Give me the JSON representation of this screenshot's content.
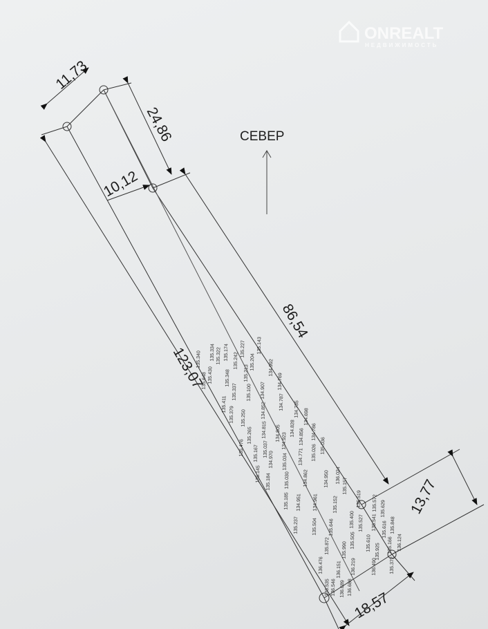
{
  "watermark": {
    "brand": "ONREALT",
    "tagline": "НЕДВИЖИМОСТЬ"
  },
  "north_label": "СЕВЕР",
  "dimensions": {
    "left_side": "123,07",
    "right_side": "86,54",
    "top_short": "11,73",
    "top_offset": "24,86",
    "step": "10,12",
    "right_end": "13,77",
    "bottom": "18,57"
  },
  "elevations": [
    {
      "v": "135.340",
      "p": [
        291,
        533
      ]
    },
    {
      "v": "135.648",
      "p": [
        297,
        551
      ]
    },
    {
      "v": "135.430",
      "p": [
        306,
        543
      ]
    },
    {
      "v": "135.334",
      "p": [
        309,
        510
      ]
    },
    {
      "v": "135.322",
      "p": [
        316,
        512
      ]
    },
    {
      "v": "135.174",
      "p": [
        329,
        510
      ]
    },
    {
      "v": "135.227",
      "p": [
        353,
        505
      ]
    },
    {
      "v": "135.242",
      "p": [
        343,
        522
      ]
    },
    {
      "v": "135.143",
      "p": [
        375,
        506
      ]
    },
    {
      "v": "135.204",
      "p": [
        368,
        521
      ]
    },
    {
      "v": "135.348",
      "p": [
        331,
        547
      ]
    },
    {
      "v": "135.213",
      "p": [
        360,
        545
      ]
    },
    {
      "v": "134.992",
      "p": [
        394,
        532
      ]
    },
    {
      "v": "135.411",
      "p": [
        326,
        585
      ]
    },
    {
      "v": "135.337",
      "p": [
        341,
        567
      ]
    },
    {
      "v": "135.100",
      "p": [
        362,
        566
      ]
    },
    {
      "v": "134.907",
      "p": [
        382,
        565
      ]
    },
    {
      "v": "134.769",
      "p": [
        407,
        552
      ]
    },
    {
      "v": "135.379",
      "p": [
        337,
        600
      ]
    },
    {
      "v": "135.250",
      "p": [
        354,
        605
      ]
    },
    {
      "v": "134.852",
      "p": [
        384,
        598
      ]
    },
    {
      "v": "134.787",
      "p": [
        409,
        582
      ]
    },
    {
      "v": "135.476",
      "p": [
        351,
        648
      ]
    },
    {
      "v": "135.265",
      "p": [
        363,
        630
      ]
    },
    {
      "v": "134.815",
      "p": [
        384,
        622
      ]
    },
    {
      "v": "134.805",
      "p": [
        404,
        627
      ]
    },
    {
      "v": "134.735",
      "p": [
        430,
        597
      ]
    },
    {
      "v": "134.828",
      "p": [
        425,
        620
      ]
    },
    {
      "v": "135.037",
      "p": [
        386,
        650
      ]
    },
    {
      "v": "134.923",
      "p": [
        413,
        640
      ]
    },
    {
      "v": "134.698",
      "p": [
        443,
        610
      ]
    },
    {
      "v": "134.856",
      "p": [
        438,
        636
      ]
    },
    {
      "v": "135.167",
      "p": [
        372,
        656
      ]
    },
    {
      "v": "135.145",
      "p": [
        374,
        680
      ]
    },
    {
      "v": "134.970",
      "p": [
        394,
        665
      ]
    },
    {
      "v": "135.034",
      "p": [
        414,
        665
      ]
    },
    {
      "v": "134.771",
      "p": [
        438,
        680
      ]
    },
    {
      "v": "135.026",
      "p": [
        456,
        655
      ]
    },
    {
      "v": "134.786",
      "p": [
        456,
        625
      ]
    },
    {
      "v": "135.036",
      "p": [
        469,
        645
      ]
    },
    {
      "v": "135.184",
      "p": [
        390,
        697
      ]
    },
    {
      "v": "135.030",
      "p": [
        417,
        695
      ]
    },
    {
      "v": "134.862",
      "p": [
        443,
        690
      ]
    },
    {
      "v": "134.950",
      "p": [
        474,
        693
      ]
    },
    {
      "v": "136.024",
      "p": [
        491,
        688
      ]
    },
    {
      "v": "135.157",
      "p": [
        501,
        703
      ]
    },
    {
      "v": "135.185",
      "p": [
        416,
        725
      ]
    },
    {
      "v": "134.951",
      "p": [
        434,
        727
      ]
    },
    {
      "v": "134.961",
      "p": [
        458,
        727
      ]
    },
    {
      "v": "135.152",
      "p": [
        487,
        730
      ]
    },
    {
      "v": "135.519",
      "p": [
        519,
        727
      ]
    },
    {
      "v": "135.572",
      "p": [
        544,
        728
      ]
    },
    {
      "v": "135.237",
      "p": [
        430,
        760
      ]
    },
    {
      "v": "135.504",
      "p": [
        457,
        762
      ]
    },
    {
      "v": "135.646",
      "p": [
        481,
        763
      ]
    },
    {
      "v": "135.400",
      "p": [
        515,
        745
      ]
    },
    {
      "v": "135.527",
      "p": [
        522,
        754
      ]
    },
    {
      "v": "135.541",
      "p": [
        543,
        756
      ]
    },
    {
      "v": "135.629",
      "p": [
        555,
        742
      ]
    },
    {
      "v": "135.872",
      "p": [
        475,
        790
      ]
    },
    {
      "v": "135.505",
      "p": [
        512,
        782
      ]
    },
    {
      "v": "135.610",
      "p": [
        537,
        772
      ]
    },
    {
      "v": "135.616",
      "p": [
        553,
        772
      ]
    },
    {
      "v": "135.848",
      "p": [
        570,
        760
      ]
    },
    {
      "v": "135.990",
      "p": [
        499,
        800
      ]
    },
    {
      "v": "135.925",
      "p": [
        549,
        793
      ]
    },
    {
      "v": "135.166",
      "p": [
        565,
        788
      ]
    },
    {
      "v": "136.124",
      "p": [
        580,
        785
      ]
    },
    {
      "v": "136.476",
      "p": [
        467,
        822
      ]
    },
    {
      "v": "136.219",
      "p": [
        513,
        820
      ]
    },
    {
      "v": "136.151",
      "p": [
        494,
        824
      ]
    },
    {
      "v": "136.535",
      "p": [
        473,
        836
      ]
    },
    {
      "v": "136.546",
      "p": [
        480,
        846
      ]
    },
    {
      "v": "136.490",
      "p": [
        543,
        820
      ]
    },
    {
      "v": "135.372",
      "p": [
        567,
        803
      ]
    },
    {
      "v": "136.688",
      "p": [
        510,
        832
      ]
    },
    {
      "v": "136.689",
      "p": [
        494,
        845
      ]
    }
  ]
}
